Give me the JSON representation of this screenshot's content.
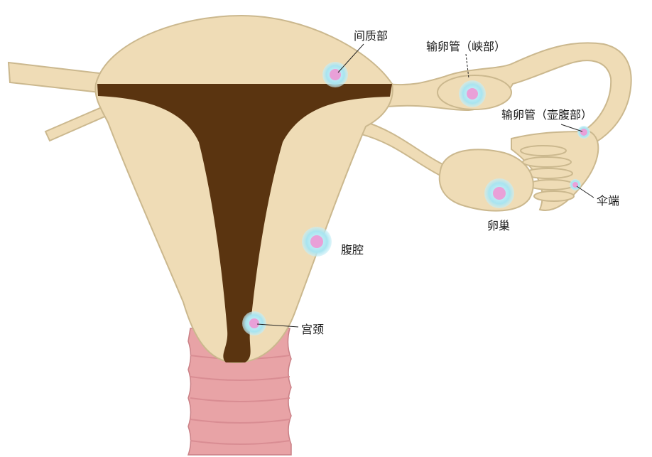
{
  "colors": {
    "tissue": "#efdcb6",
    "cavity": "#5a3410",
    "cervix": "#e8a3a6",
    "embryo_halo": "#a8e4f0",
    "embryo_core": "#e9a0d8"
  },
  "labels": {
    "interstitial": "间质部",
    "isthmus": "输卵管（峡部）",
    "ampulla": "输卵管（壶腹部）",
    "fimbria": "伞端",
    "ovary": "卵巢",
    "abdominal": "腹腔",
    "cervix": "宫颈"
  }
}
